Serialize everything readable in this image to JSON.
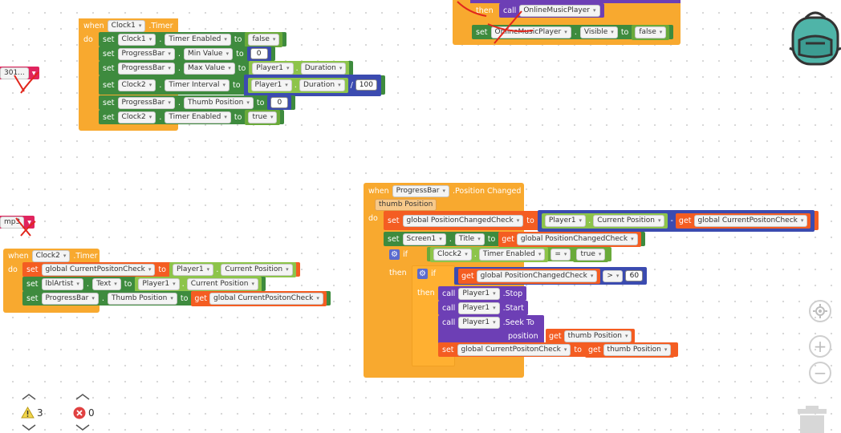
{
  "blocks": {
    "clock1_timer": {
      "when": "when",
      "component": "Clock1",
      "event": ".Timer",
      "do": "do",
      "rows": [
        {
          "set": "set",
          "comp": "Clock1",
          "prop": "Timer Enabled",
          "to": "to",
          "val": "false"
        },
        {
          "set": "set",
          "comp": "ProgressBar",
          "prop": "Min Value",
          "to": "to",
          "val": "0"
        },
        {
          "set": "set",
          "comp": "ProgressBar",
          "prop": "Max Value",
          "to": "to",
          "getc": "Player1",
          "getp": "Duration"
        },
        {
          "set": "set",
          "comp": "Clock2",
          "prop": "Timer Interval",
          "to": "to",
          "getc": "Player1",
          "getp": "Duration",
          "op": "/",
          "num": "100"
        },
        {
          "set": "set",
          "comp": "ProgressBar",
          "prop": "Thumb Position",
          "to": "to",
          "val": "0"
        },
        {
          "set": "set",
          "comp": "Clock2",
          "prop": "Timer Enabled",
          "to": "to",
          "val": "true"
        }
      ]
    },
    "clock2_timer": {
      "when": "when",
      "component": "Clock2",
      "event": ".Timer",
      "do": "do",
      "rows": [
        {
          "set": "set",
          "var": "global CurrentPositonCheck",
          "to": "to",
          "getc": "Player1",
          "getp": "Current Position"
        },
        {
          "set": "set",
          "comp": "lblArtist",
          "prop": "Text",
          "to": "to",
          "getc": "Player1",
          "getp": "Current Position"
        },
        {
          "set": "set",
          "comp": "ProgressBar",
          "prop": "Thumb Position",
          "to": "to",
          "get": "get",
          "getv": "global CurrentPositonCheck"
        }
      ]
    },
    "progress_changed": {
      "when": "when",
      "component": "ProgressBar",
      "event": ".Position Changed",
      "param": "thumb Position",
      "do": "do",
      "row1": {
        "set": "set",
        "var": "global PositionChangedCheck",
        "to": "to",
        "getc": "Player1",
        "getp": "Current Position",
        "op": "-",
        "get": "get",
        "getv": "global CurrentPositonCheck"
      },
      "row2": {
        "set": "set",
        "comp": "Screen1",
        "prop": "Title",
        "to": "to",
        "get": "get",
        "getv": "global PositionChangedCheck"
      },
      "if1": {
        "if": "if",
        "comp": "Clock2",
        "prop": "Timer Enabled",
        "op": "=",
        "val": "true",
        "then": "then"
      },
      "if2": {
        "if": "if",
        "get": "get",
        "getv": "global PositionChangedCheck",
        "op": ">",
        "num": "60",
        "then": "then"
      },
      "calls": [
        {
          "call": "call",
          "comp": "Player1",
          "method": ".Stop"
        },
        {
          "call": "call",
          "comp": "Player1",
          "method": ".Start"
        },
        {
          "call": "call",
          "comp": "Player1",
          "method": ".Seek To",
          "arg": "position",
          "get": "get",
          "getv": "thumb Position"
        }
      ],
      "row_last": {
        "set": "set",
        "var": "global CurrentPositonCheck",
        "to": "to",
        "get": "get",
        "getv": "thumb Position"
      }
    },
    "top_partial": {
      "then": "then",
      "call": "call",
      "method": "OnlineMusicPlayer",
      "set": "set",
      "comp": "OnlineMusicPlayer",
      "prop": "Visible",
      "to": "to",
      "val": "false"
    },
    "pink1": {
      "text": "301..."
    },
    "pink2": {
      "text": "mp3"
    }
  },
  "warnings": {
    "count": "3"
  },
  "errors": {
    "count": "0"
  },
  "colors": {
    "event": "#f8a92f",
    "set_green": "#3e8b3e",
    "set_orange": "#f45d22",
    "call": "#6d3fb5",
    "getter": "#8dc44a",
    "math": "#3b4bb0"
  },
  "icons": [
    "backpack-icon",
    "target-icon",
    "zoom-in-icon",
    "zoom-out-icon",
    "trash-icon",
    "warning-icon",
    "error-icon"
  ]
}
